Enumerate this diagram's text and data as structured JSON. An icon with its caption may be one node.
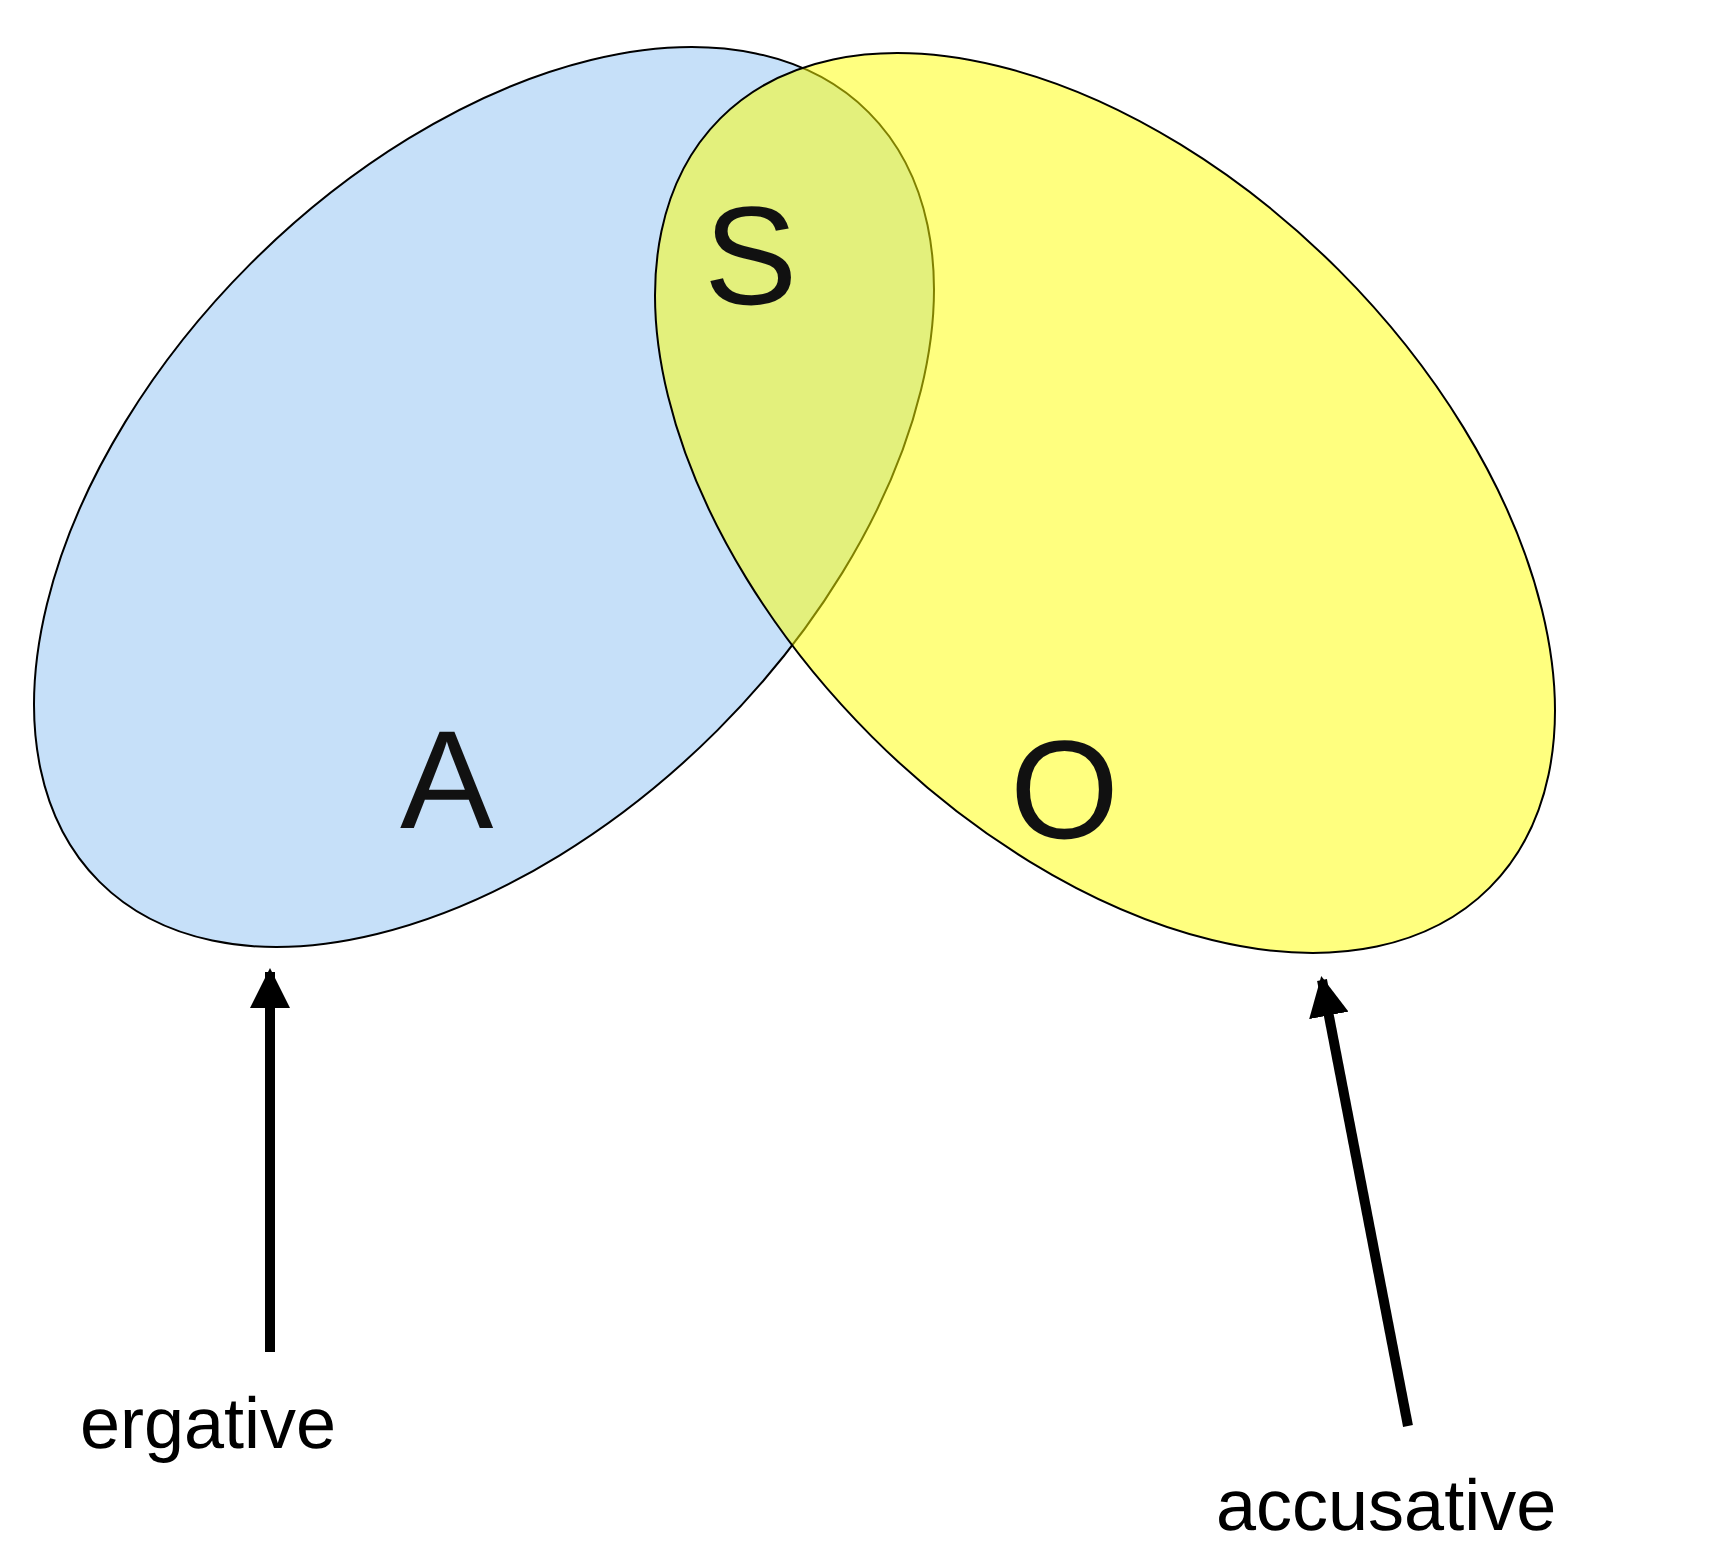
{
  "diagram": {
    "nodes": [
      {
        "text": [
          "A"
        ]
      },
      {
        "text": [
          "O"
        ]
      },
      {
        "text": [
          "ergative"
        ]
      },
      {
        "text": [
          "accusative"
        ]
      }
    ],
    "edges": [
      {
        "from": 2,
        "to": 0,
        "arrow": "to"
      },
      {
        "from": 3,
        "to": 1,
        "arrow": "to"
      }
    ],
    "labels": [
      "S"
    ]
  }
}
